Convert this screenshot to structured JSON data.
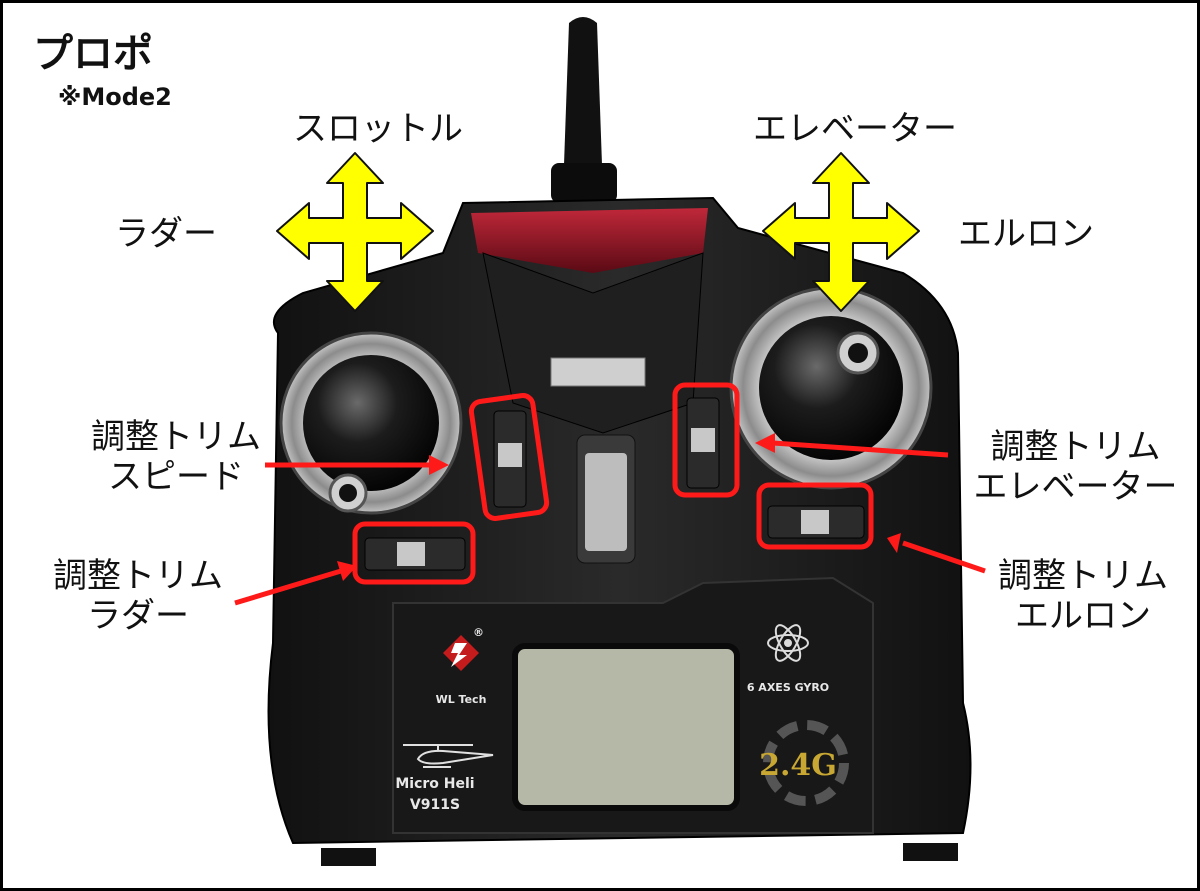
{
  "title": "プロポ",
  "subtitle": "※Mode2",
  "axes": {
    "throttle": "スロットル",
    "rudder": "ラダー",
    "elevator": "エレベーター",
    "aileron": "エルロン"
  },
  "trims": {
    "speed": [
      "調整トリム",
      "スピード"
    ],
    "rudder": [
      "調整トリム",
      "ラダー"
    ],
    "elevator": [
      "調整トリム",
      "エレベーター"
    ],
    "aileron": [
      "調整トリム",
      "エルロン"
    ]
  },
  "device": {
    "brand": "WL Tech",
    "brand_mark": "®",
    "gyro": "6 AXES GYRO",
    "model_line1": "Micro Heli",
    "model_line2": "V911S",
    "band": "2.4G"
  },
  "colors": {
    "arrow_fill": "#ffff00",
    "highlight": "#ff1a1a",
    "body": "#1a1a1a"
  }
}
